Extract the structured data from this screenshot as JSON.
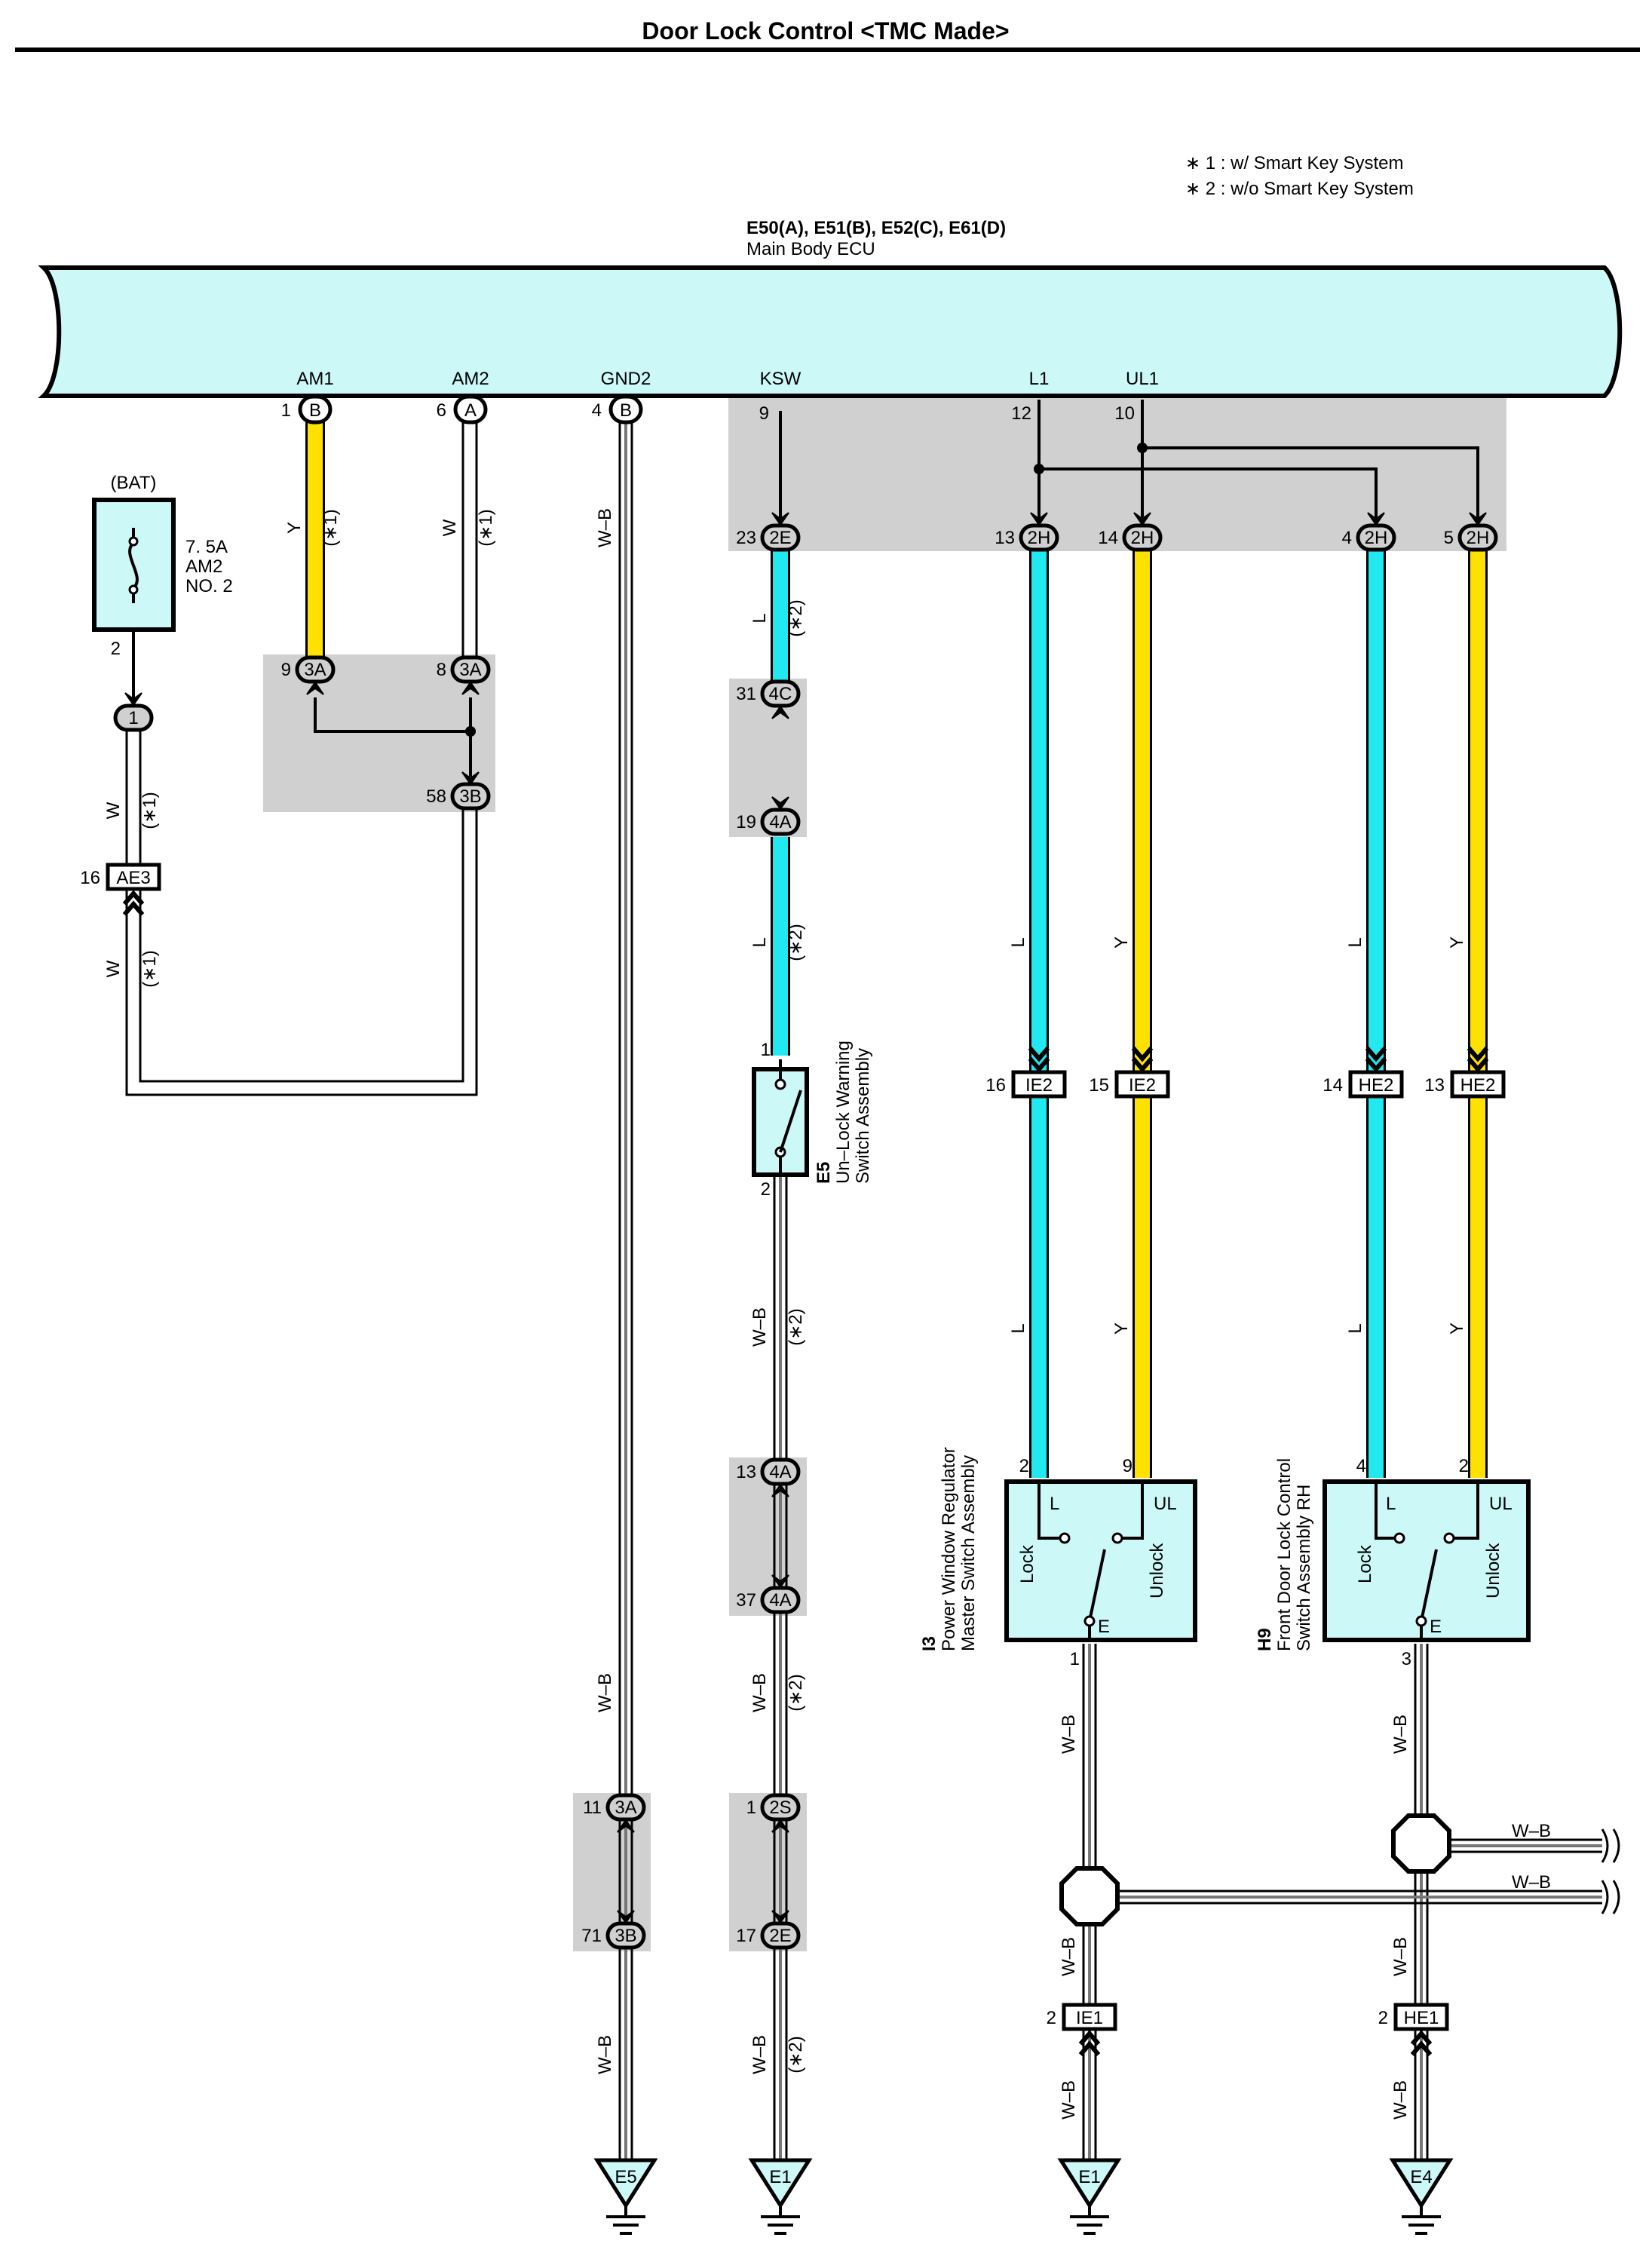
{
  "title": "Door Lock Control <TMC Made>",
  "notes": [
    "∗ 1 : w/ Smart Key System",
    "∗ 2 : w/o Smart Key System"
  ],
  "ecu": {
    "connectors": "E50(A), E51(B), E52(C), E61(D)",
    "name": "Main Body ECU",
    "terminals": [
      "AM1",
      "AM2",
      "GND2",
      "KSW",
      "L1",
      "UL1"
    ]
  },
  "connectors": {
    "ecu_am1": "B",
    "ecu_am2": "A",
    "ecu_gnd2": "B"
  },
  "pins": {
    "am1": "1",
    "am2": "6",
    "gnd2": "4",
    "ksw": "9",
    "l1": "12",
    "ul1": "10"
  },
  "fuse": {
    "source": "(BAT)",
    "rating": "7. 5A",
    "name": "AM2",
    "number": "NO. 2",
    "pin": "2"
  },
  "junction_pills": [
    {
      "id": "2E-23",
      "label": "2E",
      "pin": "23"
    },
    {
      "id": "2H-13",
      "label": "2H",
      "pin": "13"
    },
    {
      "id": "2H-14",
      "label": "2H",
      "pin": "14"
    },
    {
      "id": "2H-4",
      "label": "2H",
      "pin": "4"
    },
    {
      "id": "2H-5",
      "label": "2H",
      "pin": "5"
    },
    {
      "id": "3A-9",
      "label": "3A",
      "pin": "9"
    },
    {
      "id": "3A-8",
      "label": "3A",
      "pin": "8"
    },
    {
      "id": "3B-58",
      "label": "3B",
      "pin": "58"
    },
    {
      "id": "1",
      "label": "1",
      "pin": ""
    },
    {
      "id": "4C-31",
      "label": "4C",
      "pin": "31"
    },
    {
      "id": "4A-19",
      "label": "4A",
      "pin": "19"
    },
    {
      "id": "4A-13",
      "label": "4A",
      "pin": "13"
    },
    {
      "id": "4A-37",
      "label": "4A",
      "pin": "37"
    },
    {
      "id": "3A-11",
      "label": "3A",
      "pin": "11"
    },
    {
      "id": "3B-71",
      "label": "3B",
      "pin": "71"
    },
    {
      "id": "2S-1",
      "label": "2S",
      "pin": "1"
    },
    {
      "id": "2E-17",
      "label": "2E",
      "pin": "17"
    }
  ],
  "rect_connectors": [
    {
      "id": "AE3",
      "label": "AE3",
      "pin": "16"
    },
    {
      "id": "IE2-16",
      "label": "IE2",
      "pin": "16"
    },
    {
      "id": "IE2-15",
      "label": "IE2",
      "pin": "15"
    },
    {
      "id": "HE2-14",
      "label": "HE2",
      "pin": "14"
    },
    {
      "id": "HE2-13",
      "label": "HE2",
      "pin": "13"
    },
    {
      "id": "IE1",
      "label": "IE1",
      "pin": "2"
    },
    {
      "id": "HE1",
      "label": "HE1",
      "pin": "2"
    }
  ],
  "e5": {
    "code": "E5",
    "name_1": "Un–Lock Warning",
    "name_2": "Switch Assembly",
    "pin1": "1",
    "pin2": "2"
  },
  "i3": {
    "code": "I3",
    "name_1": "Power Window Regulator",
    "name_2": "Master Switch Assembly",
    "term_l": "L",
    "term_ul": "UL",
    "term_e": "E",
    "lock": "Lock",
    "unlock": "Unlock",
    "pin_l": "2",
    "pin_ul": "9",
    "pin_e": "1"
  },
  "h9": {
    "code": "H9",
    "name_1": "Front Door Lock Control",
    "name_2": "Switch Assembly RH",
    "term_l": "L",
    "term_ul": "UL",
    "term_e": "E",
    "lock": "Lock",
    "unlock": "Unlock",
    "pin_l": "4",
    "pin_ul": "2",
    "pin_e": "3"
  },
  "grounds": [
    "E5",
    "E1",
    "E1",
    "E4"
  ],
  "wire_labels": [
    {
      "text": "Y",
      "note": "(∗1)"
    },
    {
      "text": "W",
      "note": "(∗1)"
    },
    {
      "text": "W–B",
      "note": ""
    },
    {
      "text": "W",
      "note": "(∗1)"
    },
    {
      "text": "W",
      "note": "(∗1)"
    },
    {
      "text": "L",
      "note": "(∗2)"
    },
    {
      "text": "L",
      "note": "(∗2)"
    },
    {
      "text": "W–B",
      "note": "(∗2)"
    },
    {
      "text": "W–B",
      "note": "(∗2)"
    },
    {
      "text": "W–B",
      "note": "(∗2)"
    },
    {
      "text": "W–B",
      "note": ""
    },
    {
      "text": "W–B",
      "note": ""
    },
    {
      "text": "L",
      "note": ""
    },
    {
      "text": "Y",
      "note": ""
    },
    {
      "text": "L",
      "note": ""
    },
    {
      "text": "Y",
      "note": ""
    },
    {
      "text": "L",
      "note": ""
    },
    {
      "text": "Y",
      "note": ""
    },
    {
      "text": "L",
      "note": ""
    },
    {
      "text": "Y",
      "note": ""
    },
    {
      "text": "W–B",
      "note": ""
    },
    {
      "text": "W–B",
      "note": ""
    },
    {
      "text": "W–B",
      "note": ""
    },
    {
      "text": "W–B",
      "note": ""
    },
    {
      "text": "W–B",
      "note": ""
    },
    {
      "text": "W–B",
      "note": ""
    }
  ],
  "bus_labels": [
    "W–B",
    "W–B"
  ]
}
